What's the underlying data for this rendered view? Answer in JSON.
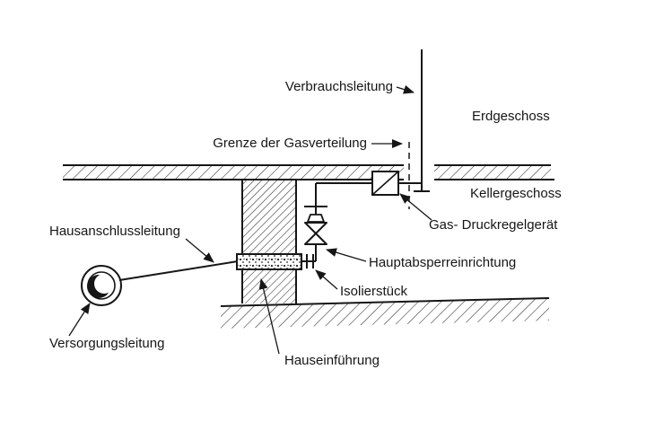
{
  "colors": {
    "ink": "#161616",
    "background": "#ffffff"
  },
  "labels": {
    "verbrauchsleitung": "Verbrauchsleitung",
    "erdgeschoss": "Erdgeschoss",
    "grenze": "Grenze der Gasverteilung",
    "kellergeschoss": "Kellergeschoss",
    "druckregelgeraet": "Gas- Druckregelgerät",
    "hausanschlussleitung": "Hausanschlussleitung",
    "hauptabsperreinrichtung": "Hauptabsperreinrichtung",
    "isolierstueck": "Isolierstück",
    "hauseinfuehrung": "Hauseinführung",
    "versorgungsleitung": "Versorgungsleitung"
  }
}
